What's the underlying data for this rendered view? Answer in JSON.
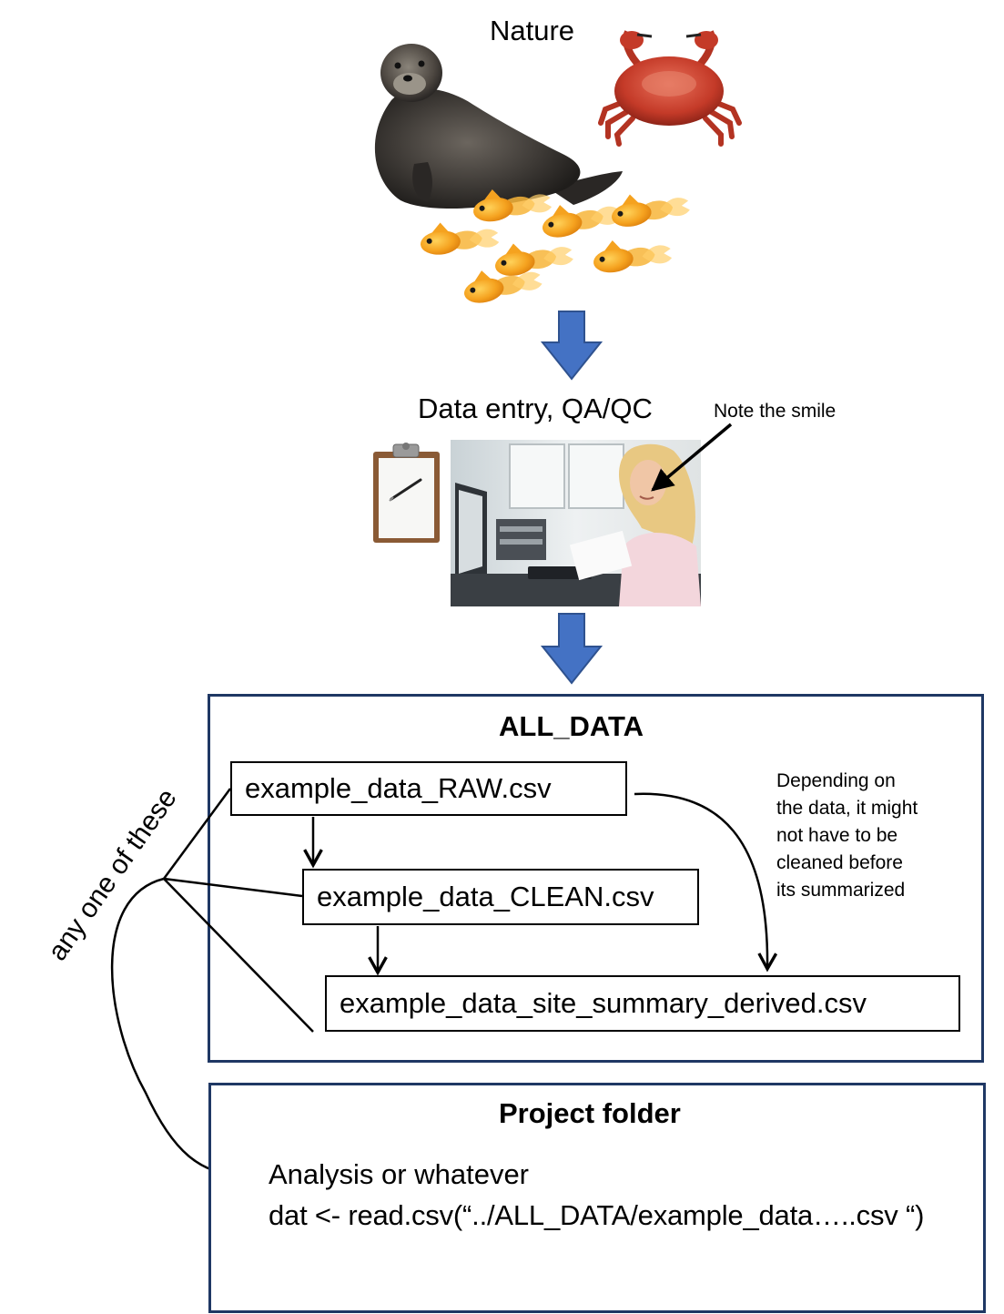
{
  "nature": {
    "title": "Nature",
    "otter_icon": "sea-otter-photo",
    "crab_icon": "crab-photo",
    "fish_icon": "goldfish-photo"
  },
  "flow_arrow_color": "#4472c4",
  "data_entry": {
    "title": "Data entry, QA/QC",
    "clipboard_icon": "clipboard-icon",
    "photo_icon": "woman-at-computer-photo",
    "smile_note": "Note the smile"
  },
  "all_data": {
    "title": "ALL_DATA",
    "files": [
      "example_data_RAW.csv",
      "example_data_CLEAN.csv",
      "example_data_site_summary_derived.csv"
    ],
    "note_lines": [
      "Depending on",
      "the data, it might",
      "not have to be",
      "cleaned before",
      "its summarized"
    ]
  },
  "side_label": "any one of these",
  "project_folder": {
    "title": "Project folder",
    "line1": "Analysis or whatever",
    "line2": "dat <- read.csv(“../ALL_DATA/example_data…..csv “)"
  },
  "colors": {
    "box_border": "#1f3864",
    "arrow_fill": "#4472c4",
    "arrow_stroke": "#2f528f"
  }
}
